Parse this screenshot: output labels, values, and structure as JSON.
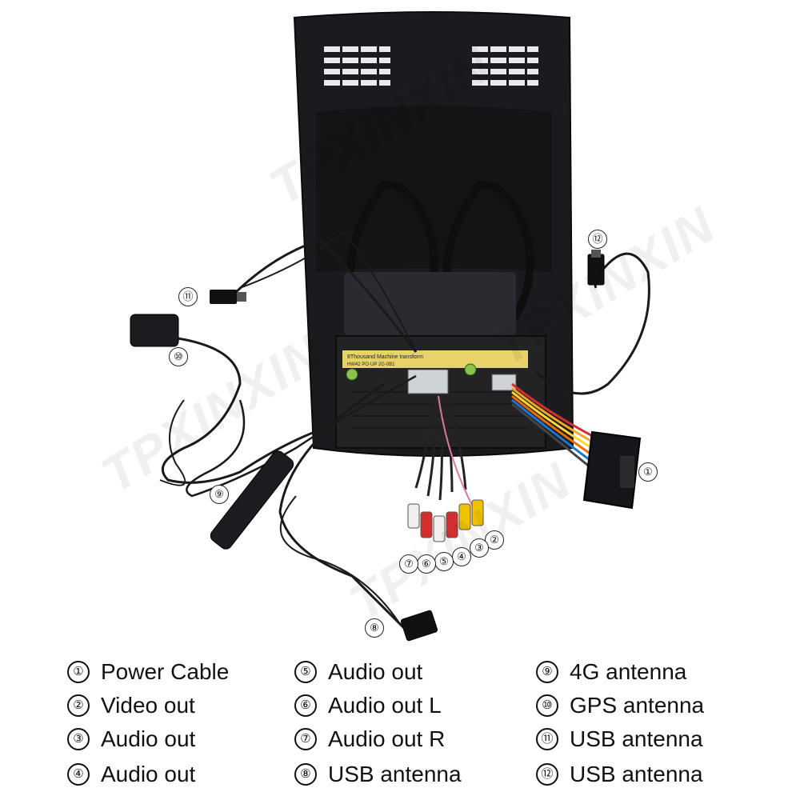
{
  "watermark": "TPXINXIN",
  "callouts": [
    {
      "num": "①"
    },
    {
      "num": "②"
    },
    {
      "num": "③"
    },
    {
      "num": "④"
    },
    {
      "num": "⑤"
    },
    {
      "num": "⑥"
    },
    {
      "num": "⑦"
    },
    {
      "num": "⑧"
    },
    {
      "num": "⑨"
    },
    {
      "num": "⑩"
    },
    {
      "num": "⑪"
    },
    {
      "num": "⑫"
    }
  ],
  "unit_label": {
    "line1": "8Thousand Machine transform",
    "line2": "HW42 PO·UP 2G·0B1"
  },
  "legend": [
    {
      "num": "①",
      "label": "Power Cable"
    },
    {
      "num": "②",
      "label": "Video out"
    },
    {
      "num": "③",
      "label": "Audio out"
    },
    {
      "num": "④",
      "label": "Audio out"
    },
    {
      "num": "⑤",
      "label": "Audio out"
    },
    {
      "num": "⑥",
      "label": "Audio out L"
    },
    {
      "num": "⑦",
      "label": "Audio out R"
    },
    {
      "num": "⑧",
      "label": "USB antenna"
    },
    {
      "num": "⑨",
      "label": "4G antenna"
    },
    {
      "num": "⑩",
      "label": "GPS antenna"
    },
    {
      "num": "⑪",
      "label": "USB antenna"
    },
    {
      "num": "⑫",
      "label": "USB antenna"
    }
  ]
}
